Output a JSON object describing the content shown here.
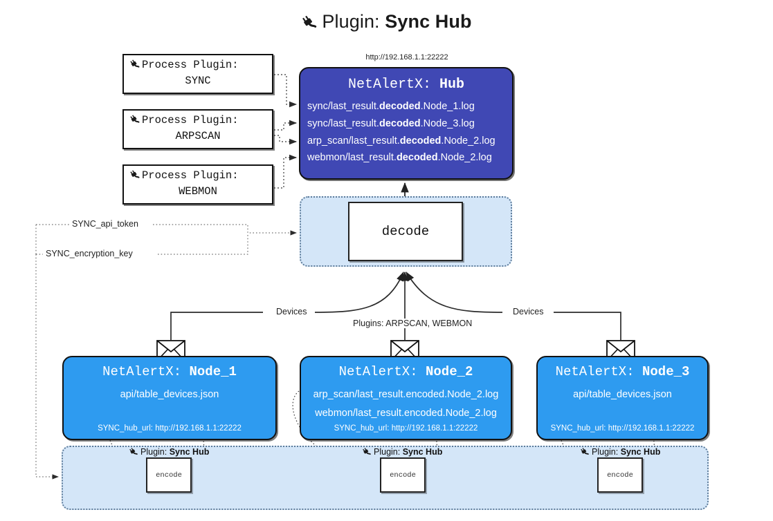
{
  "title": {
    "icon": "plug-icon",
    "prefix": "Plugin: ",
    "name": "Sync Hub"
  },
  "hub": {
    "url": "http://192.168.1.1:22222",
    "title_prefix": "NetAlertX: ",
    "title_name": "Hub",
    "lines": [
      {
        "pre": "sync/last_result.",
        "strong": "decoded",
        "post": ".Node_1.log"
      },
      {
        "pre": "sync/last_result.",
        "strong": "decoded",
        "post": ".Node_3.log"
      },
      {
        "pre": "arp_scan/last_result.",
        "strong": "decoded",
        "post": ".Node_2.log"
      },
      {
        "pre": "webmon/last_result.",
        "strong": "decoded",
        "post": ".Node_2.log"
      }
    ]
  },
  "process_plugins": [
    {
      "icon": "plug-icon",
      "label": "Process Plugin:",
      "name": "SYNC"
    },
    {
      "icon": "plug-icon",
      "label": "Process Plugin:",
      "name": "ARPSCAN"
    },
    {
      "icon": "plug-icon",
      "label": "Process Plugin:",
      "name": "WEBMON"
    }
  ],
  "decode": {
    "label": "decode"
  },
  "settings_edges": [
    {
      "label": "SYNC_api_token"
    },
    {
      "label": "SYNC_encryption_key"
    }
  ],
  "connector_labels": {
    "devices_left": "Devices",
    "devices_right": "Devices",
    "plugins_middle": "Plugins: ARPSCAN, WEBMON"
  },
  "nodes": [
    {
      "title_prefix": "NetAlertX: ",
      "title_name": "Node_1",
      "lines": [
        "api/table_devices.json"
      ],
      "hub_url": "SYNC_hub_url: http://192.168.1.1:22222"
    },
    {
      "title_prefix": "NetAlertX: ",
      "title_name": "Node_2",
      "lines": [
        "arp_scan/last_result.encoded.Node_2.log",
        "webmon/last_result.encoded.Node_2.log"
      ],
      "hub_url": "SYNC_hub_url: http://192.168.1.1:22222"
    },
    {
      "title_prefix": "NetAlertX: ",
      "title_name": "Node_3",
      "lines": [
        "api/table_devices.json"
      ],
      "hub_url": "SYNC_hub_url: http://192.168.1.1:22222"
    }
  ],
  "encoders": [
    {
      "plugin_prefix": "Plugin: ",
      "plugin_name": "Sync Hub",
      "label": "encode"
    },
    {
      "plugin_prefix": "Plugin: ",
      "plugin_name": "Sync Hub",
      "label": "encode"
    },
    {
      "plugin_prefix": "Plugin: ",
      "plugin_name": "Sync Hub",
      "label": "encode"
    }
  ],
  "colors": {
    "hub_fill": "#4048b4",
    "node_fill": "#2e9bf0",
    "band_fill": "#d4e6f8",
    "band_stroke": "#5b7a99",
    "outline": "#111111"
  }
}
